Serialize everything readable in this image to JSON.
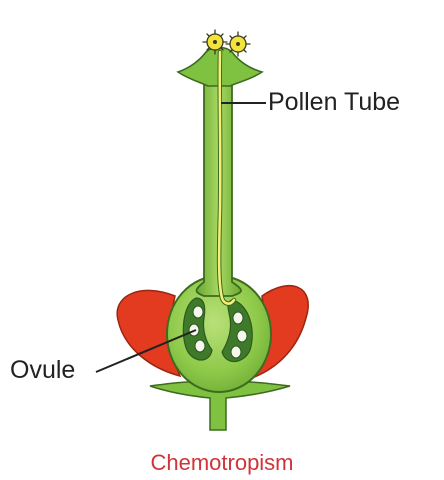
{
  "labels": {
    "pollen_tube": "Pollen Tube",
    "ovule": "Ovule"
  },
  "caption": "Chemotropism",
  "colors": {
    "pistil_green": "#7fc241",
    "pistil_outline": "#3d6b1f",
    "ovule_dark": "#3f7a2a",
    "petal_red": "#e23b1f",
    "pollen_yellow": "#f2e43c",
    "caption_red": "#d0343a"
  }
}
